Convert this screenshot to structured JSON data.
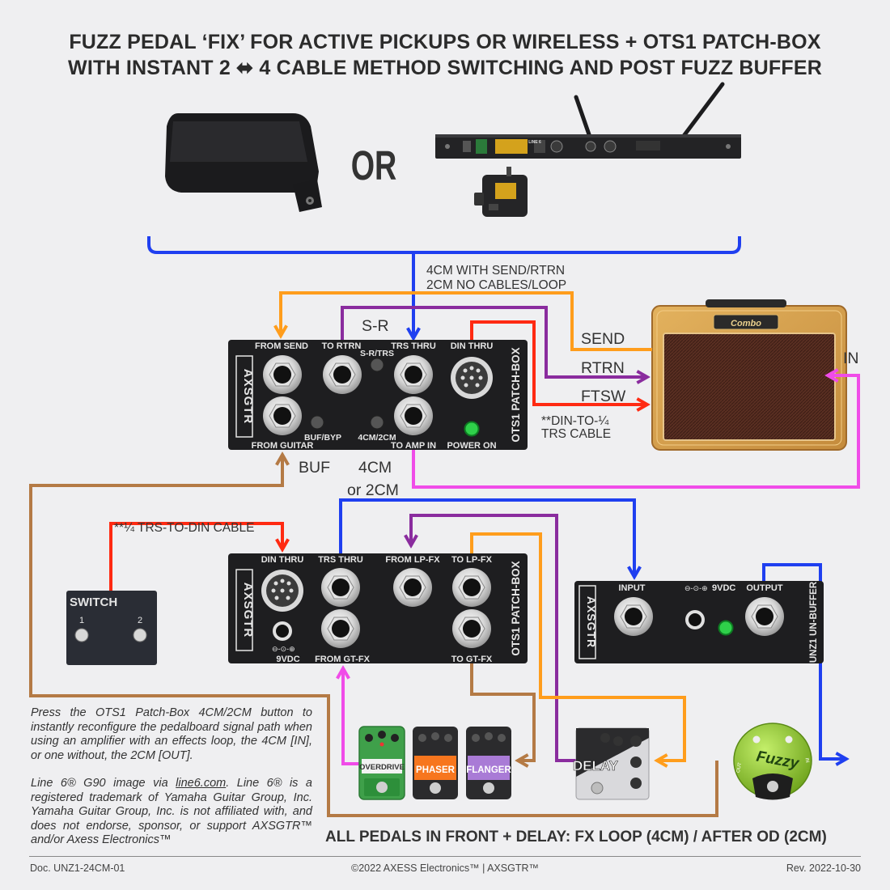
{
  "title": {
    "line1": "FUZZ PEDAL ‘FIX’ FOR ACTIVE PICKUPS OR WIRELESS + OTS1 PATCH-BOX",
    "line2": "WITH INSTANT 2 ⬌ 4 CABLE METHOD SWITCHING AND POST FUZZ BUFFER"
  },
  "or_label": "OR",
  "wireless": {
    "brand": "LINE 6"
  },
  "amp": {
    "logo": "Combo"
  },
  "routing": {
    "guitar_note_1": "4CM WITH SEND/RTRN",
    "guitar_note_2": "2CM NO CABLES/LOOP",
    "send": "SEND",
    "rtrn": "RTRN",
    "ftsw": "FTSW",
    "in": "IN",
    "sr": "S-R",
    "din_cable_1": "**DIN-TO-¼",
    "din_cable_2": "TRS CABLE",
    "buf": "BUF",
    "mode_1": "4CM",
    "mode_2": "or 2CM",
    "trs_din_cable": "**¼ TRS-TO-DIN CABLE"
  },
  "ots1_top": {
    "brand": "AXSGTR",
    "model": "OTS1 PATCH-BOX",
    "jack_from_send": "FROM SEND",
    "jack_to_rtrn": "TO RTRN",
    "jack_trs_thru": "TRS THRU",
    "jack_din_thru": "DIN THRU",
    "jack_from_guitar": "FROM GUITAR",
    "jack_to_amp_in": "TO AMP IN",
    "switch_sr_trs": "S-R/TRS",
    "switch_buf_byp": "BUF/BYP",
    "switch_4cm_2cm": "4CM/2CM",
    "led_power_on": "POWER ON"
  },
  "ots1_bottom": {
    "brand": "AXSGTR",
    "model": "OTS1 PATCH-BOX",
    "jack_din_thru": "DIN THRU",
    "jack_trs_thru": "TRS THRU",
    "jack_from_lp_fx": "FROM LP-FX",
    "jack_to_lp_fx": "TO LP-FX",
    "jack_9vdc": "9VDC",
    "jack_from_gt_fx": "FROM GT-FX",
    "jack_to_gt_fx": "TO GT-FX"
  },
  "unz1": {
    "brand": "AXSGTR",
    "model": "UNZ1 UN-BUFFER",
    "jack_input": "INPUT",
    "jack_9vdc": "9VDC",
    "jack_output": "OUTPUT"
  },
  "switch_box": {
    "label": "SWITCH",
    "button_1": "1",
    "button_2": "2"
  },
  "pedals": {
    "overdrive": "OVERDRIVE",
    "phaser": "PHASER",
    "flanger": "FLANGER",
    "delay": "DELAY",
    "fuzz": "Fuzzy",
    "fuzz_in": "IN",
    "fuzz_out": "OUT"
  },
  "notes": {
    "para1": "Press the OTS1 Patch-Box 4CM/2CM button to instantly reconfigure the pedalboard signal path when using an amplifier with an effects loop, the 4CM [IN], or one without, the 2CM [OUT].",
    "para2_a": "Line 6® G90 image via ",
    "para2_link": "line6.com",
    "para2_b": ". Line 6® is a registered trademark of Yamaha Guitar Group, Inc. Yamaha Guitar Group, Inc. is not affiliated with, and does not endorse, sponsor, or support AXSGTR™ and/or Axess Electronics™"
  },
  "summary": "ALL PEDALS IN FRONT + DELAY:  FX LOOP (4CM) / AFTER OD (2CM)",
  "footer": {
    "doc": "Doc. UNZ1-24CM-01",
    "copyright": "©2022 AXESS Electronics™ | AXSGTR™",
    "revision": "Rev. 2022-10-30"
  },
  "colors": {
    "blue": "#1f3ff0",
    "orange": "#ff9d1c",
    "purple": "#8a2c9e",
    "red": "#ff2a12",
    "pink": "#f04ce8",
    "brown": "#b47a45",
    "device": "#1e1e20"
  }
}
